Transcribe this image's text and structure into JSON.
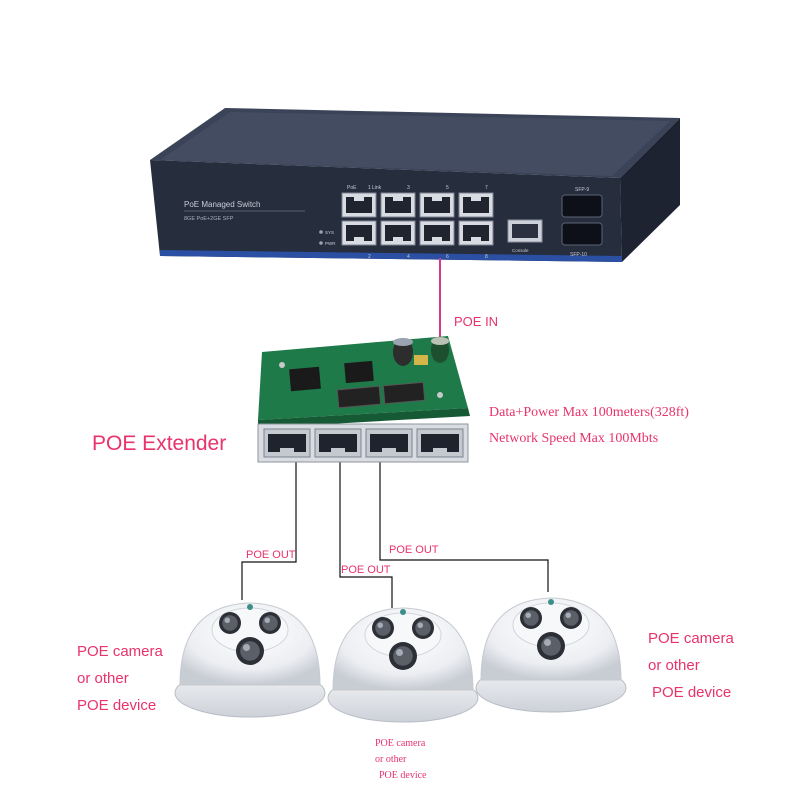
{
  "switch": {
    "title": "PoE Managed Switch",
    "subtitle": "8GE PoE+2GE SFP",
    "port_label_top": "PoE",
    "port_label_link": "Link",
    "top_numbers": [
      "1",
      "3",
      "5",
      "7"
    ],
    "bottom_numbers": [
      "2",
      "4",
      "6",
      "8"
    ],
    "sys_label": "SYS",
    "pwr_label": "PWR",
    "console_label": "Console",
    "sfp_top_label": "SFP-9",
    "sfp_bottom_label": "SFP-10"
  },
  "labels": {
    "poe_in": "POE IN",
    "extender": "POE Extender",
    "spec_line1": "Data+Power Max 100meters(328ft)",
    "spec_line2": "Network Speed Max 100Mbts",
    "poe_out_1": "POE OUT",
    "poe_out_2": "POE OUT",
    "poe_out_3": "POE OUT"
  },
  "devices": {
    "left": [
      "POE camera",
      "or other",
      "POE device"
    ],
    "right": [
      "POE camera",
      "or other",
      "POE device"
    ],
    "bottom": [
      "POE camera",
      "or other",
      "POE device"
    ]
  },
  "colors": {
    "accent": "#e8336b",
    "switch_body": "#2b3346",
    "switch_stripe": "#2a4fa3",
    "pcb": "#1f7a4a"
  }
}
